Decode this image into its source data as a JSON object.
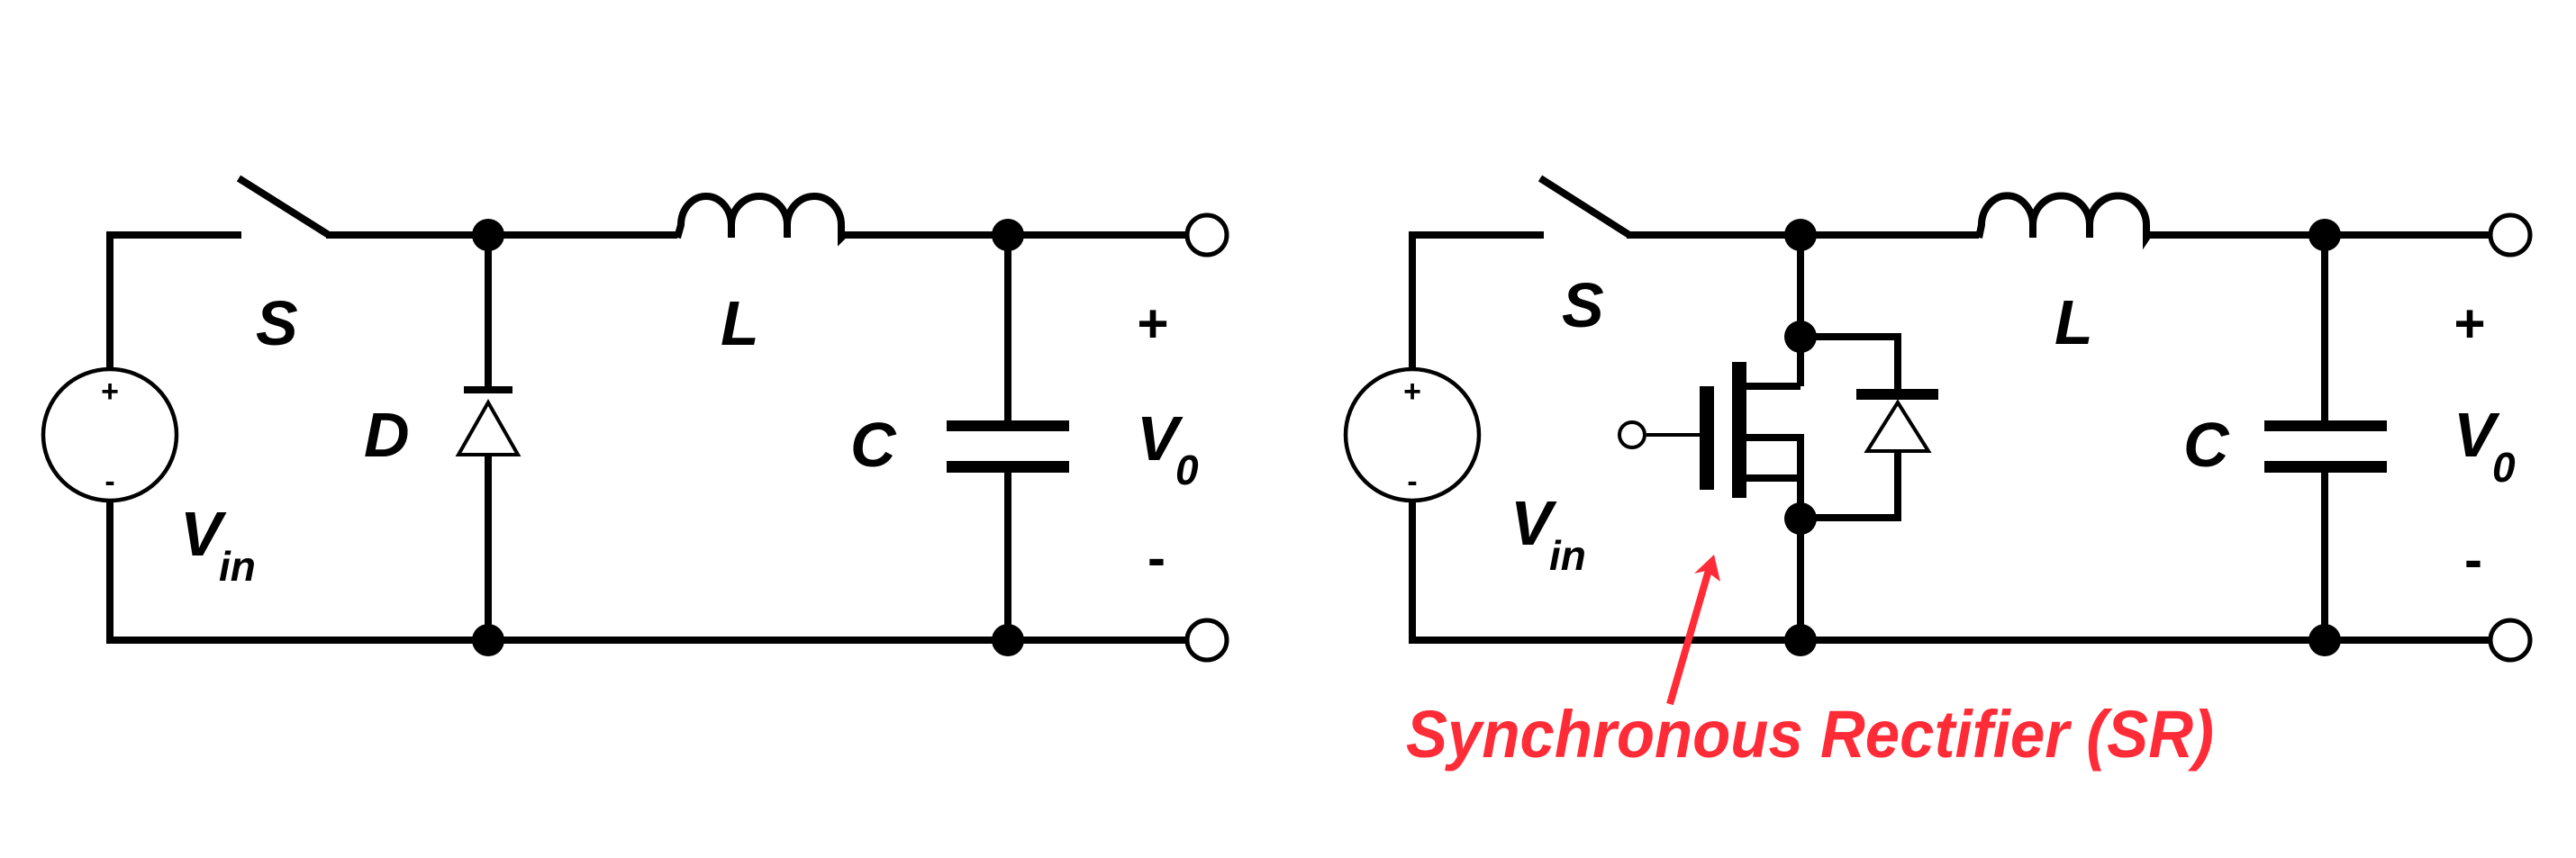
{
  "figure": {
    "description": "Buck converter with diode vs. synchronous rectifier",
    "annotation_color": "#FF2B36",
    "line_color": "#000000"
  },
  "left_circuit": {
    "name": "Buck converter with freewheeling diode",
    "labels": {
      "switch": "S",
      "diode": "D",
      "inductor": "L",
      "capacitor": "C",
      "vin_main": "V",
      "vin_sub": "in",
      "vout_main": "V",
      "vout_sub": "0",
      "vout_plus": "+",
      "vout_minus": "-",
      "source_plus": "+",
      "source_minus": "-"
    }
  },
  "right_circuit": {
    "name": "Buck converter with synchronous rectifier",
    "labels": {
      "switch": "S",
      "inductor": "L",
      "capacitor": "C",
      "vin_main": "V",
      "vin_sub": "in",
      "vout_main": "V",
      "vout_sub": "0",
      "vout_plus": "+",
      "vout_minus": "-",
      "source_plus": "+",
      "source_minus": "-"
    },
    "annotation": {
      "text": "Synchronous Rectifier (SR)",
      "arrow_icon": "arrow-up-icon"
    }
  }
}
